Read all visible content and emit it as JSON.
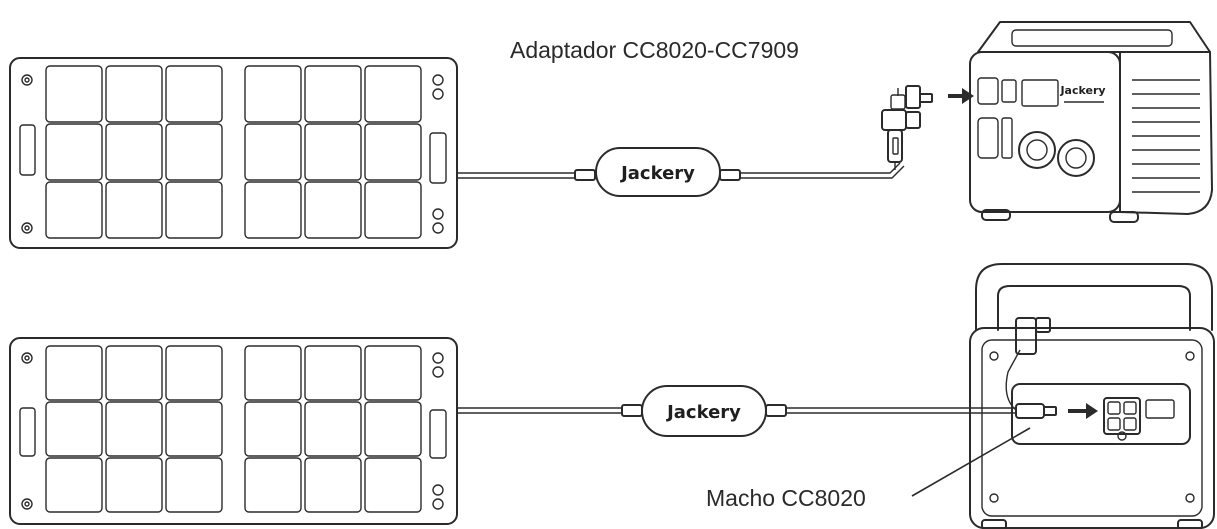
{
  "labels": {
    "adapter": "Adaptador CC8020-CC7909",
    "male_connector": "Macho CC8020"
  },
  "brand": {
    "controller_top": "Jackery",
    "controller_bottom": "Jackery",
    "station_top": "Jackery"
  },
  "icons": {
    "panel": "solar-panel-icon",
    "controller": "cable-controller-icon",
    "station": "power-station-icon",
    "arrow": "arrow-right-icon"
  },
  "colors": {
    "stroke": "#2b2b2b",
    "station_fill": "#dcdcdc",
    "background": "#ffffff"
  }
}
